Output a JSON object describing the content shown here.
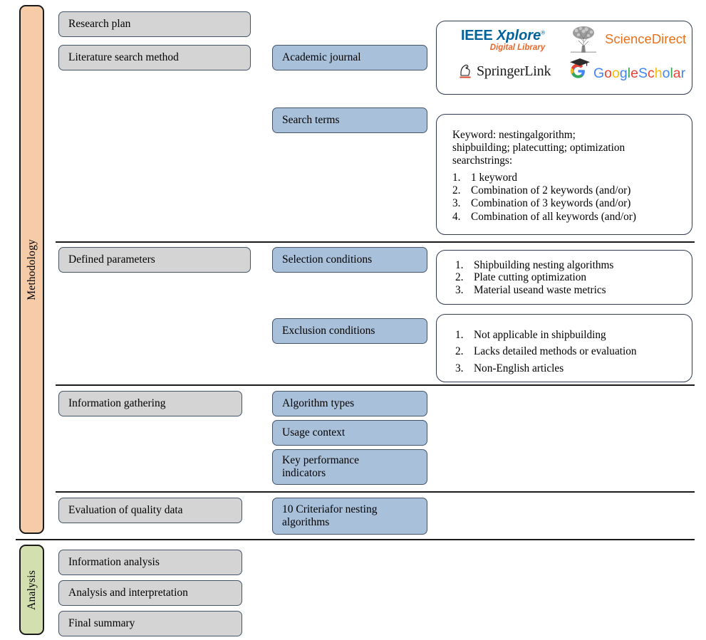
{
  "phases": {
    "methodology": "Methodology",
    "analysis": "Analysis"
  },
  "stage_boxes": {
    "research_plan": "Research plan",
    "literature_search_method": "Literature search method",
    "defined_parameters": "Defined parameters",
    "information_gathering": "Information gathering",
    "evaluation_of_quality_data": "Evaluation of quality data",
    "information_analysis": "Information analysis",
    "analysis_and_interpretation": "Analysis and interpretation",
    "final_summary": "Final summary"
  },
  "detail_boxes": {
    "academic_journal": "Academic journal",
    "search_terms": "Search terms",
    "selection_conditions": "Selection conditions",
    "exclusion_conditions": "Exclusion conditions",
    "algorithm_types": "Algorithm types",
    "usage_context": "Usage context",
    "key_performance_indicators": "Key performance\nindicators",
    "criteria_nesting": "10 Criteriafor nesting\nalgorithms"
  },
  "databases": {
    "ieee": {
      "name_bold": "IEEE",
      "name_italic": "Xplore",
      "registered": "®",
      "subtitle": "Digital Library"
    },
    "springer": {
      "name": "SpringerLink"
    },
    "sciencedirect": {
      "name": "ScienceDirect"
    },
    "google_scholar": {
      "word1": "Google",
      "word2": "Scholar"
    }
  },
  "search_terms_panel": {
    "intro": "Keyword: nestingalgorithm;\nshipbuilding; platecutting; optimization\nsearchstrings:",
    "items": [
      {
        "num": "1.",
        "text": "1 keyword"
      },
      {
        "num": "2.",
        "text": "Combination of 2 keywords (and/or)"
      },
      {
        "num": "3.",
        "text": "Combination of 3 keywords (and/or)"
      },
      {
        "num": "4.",
        "text": "Combination of all keywords (and/or)"
      }
    ]
  },
  "selection_panel": {
    "items": [
      {
        "num": "1.",
        "text": "Shipbuilding nesting algorithms"
      },
      {
        "num": "2.",
        "text": "Plate cutting optimization"
      },
      {
        "num": "3.",
        "text": "Material useand waste metrics"
      }
    ]
  },
  "exclusion_panel": {
    "items": [
      {
        "num": "1.",
        "text": "Not applicable in shipbuilding"
      },
      {
        "num": "2.",
        "text": "Lacks detailed methods or evaluation"
      },
      {
        "num": "3.",
        "text": "Non-English articles"
      }
    ]
  },
  "colors": {
    "methodology_bar": "#F6CBA7",
    "analysis_bar": "#D4DFB0",
    "stage_box": "#D4D4D4",
    "detail_box": "#A9C0DA",
    "box_border": "#44546A",
    "panel_border": "#2F3B54",
    "divider": "#1a1a1a"
  }
}
